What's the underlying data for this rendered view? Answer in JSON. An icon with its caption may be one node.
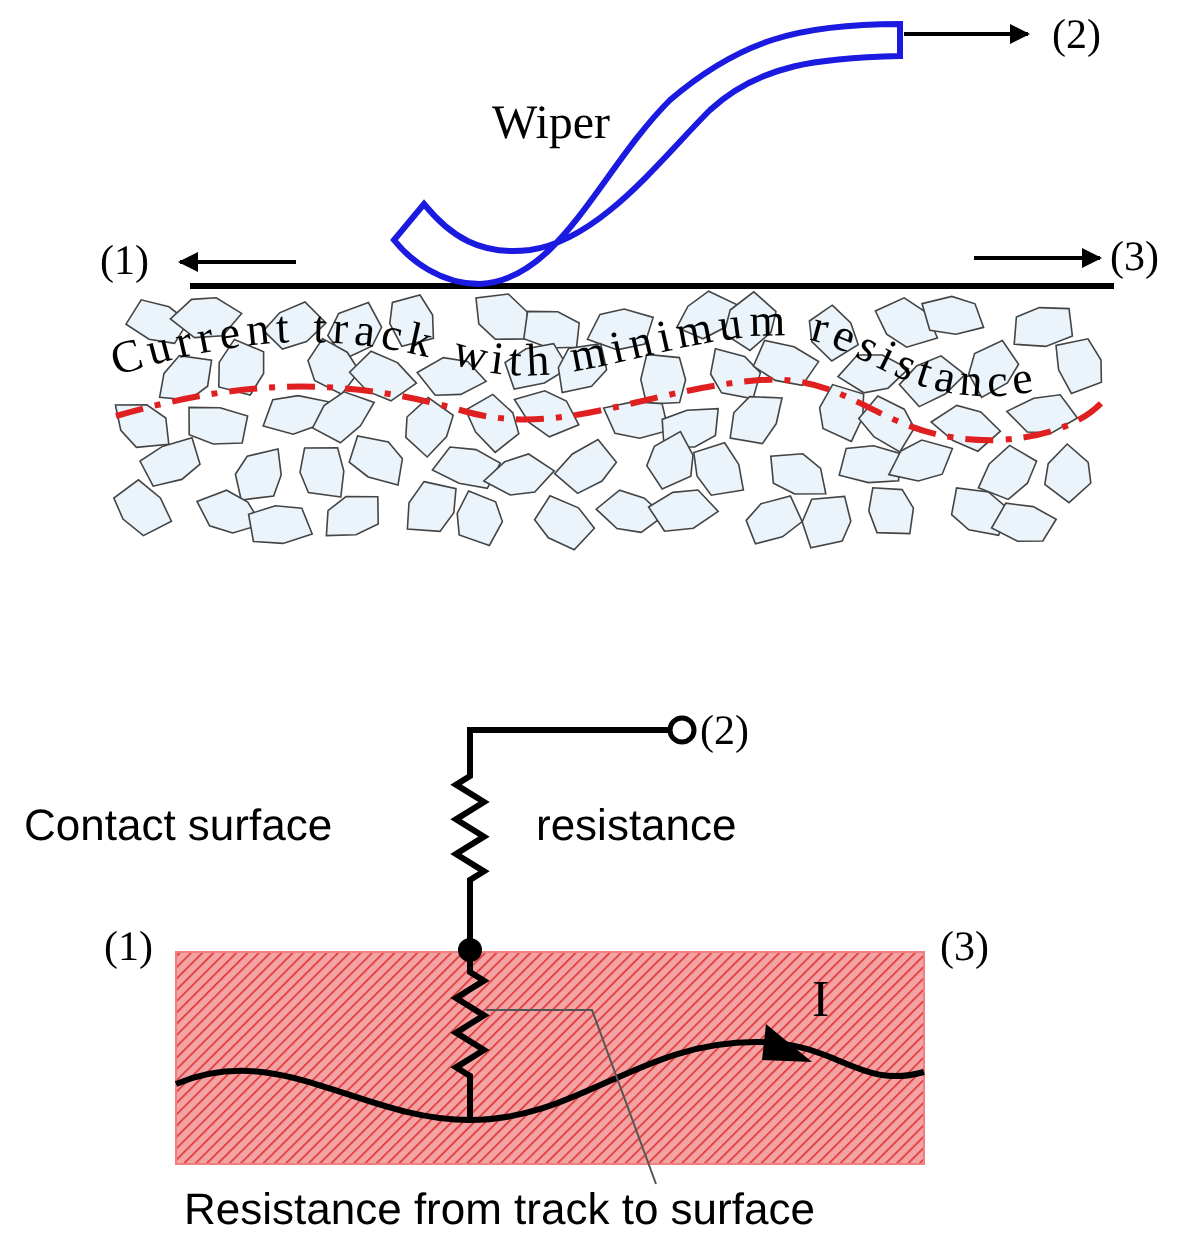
{
  "diagram": {
    "nodes": [
      {
        "text": [
          "Resistance from track to surface"
        ]
      },
      {
        "text": [],
        "shape": "picture"
      }
    ],
    "edges": [
      {
        "from": 0,
        "to": 1,
        "arrow": "none"
      }
    ],
    "labels": [
      "(2)",
      "Wiper",
      "(1)",
      "(3)",
      "Current track with minimum resistance",
      "(2)",
      "Contact surface",
      "resistance",
      "(1)",
      "(3)",
      "I"
    ]
  }
}
